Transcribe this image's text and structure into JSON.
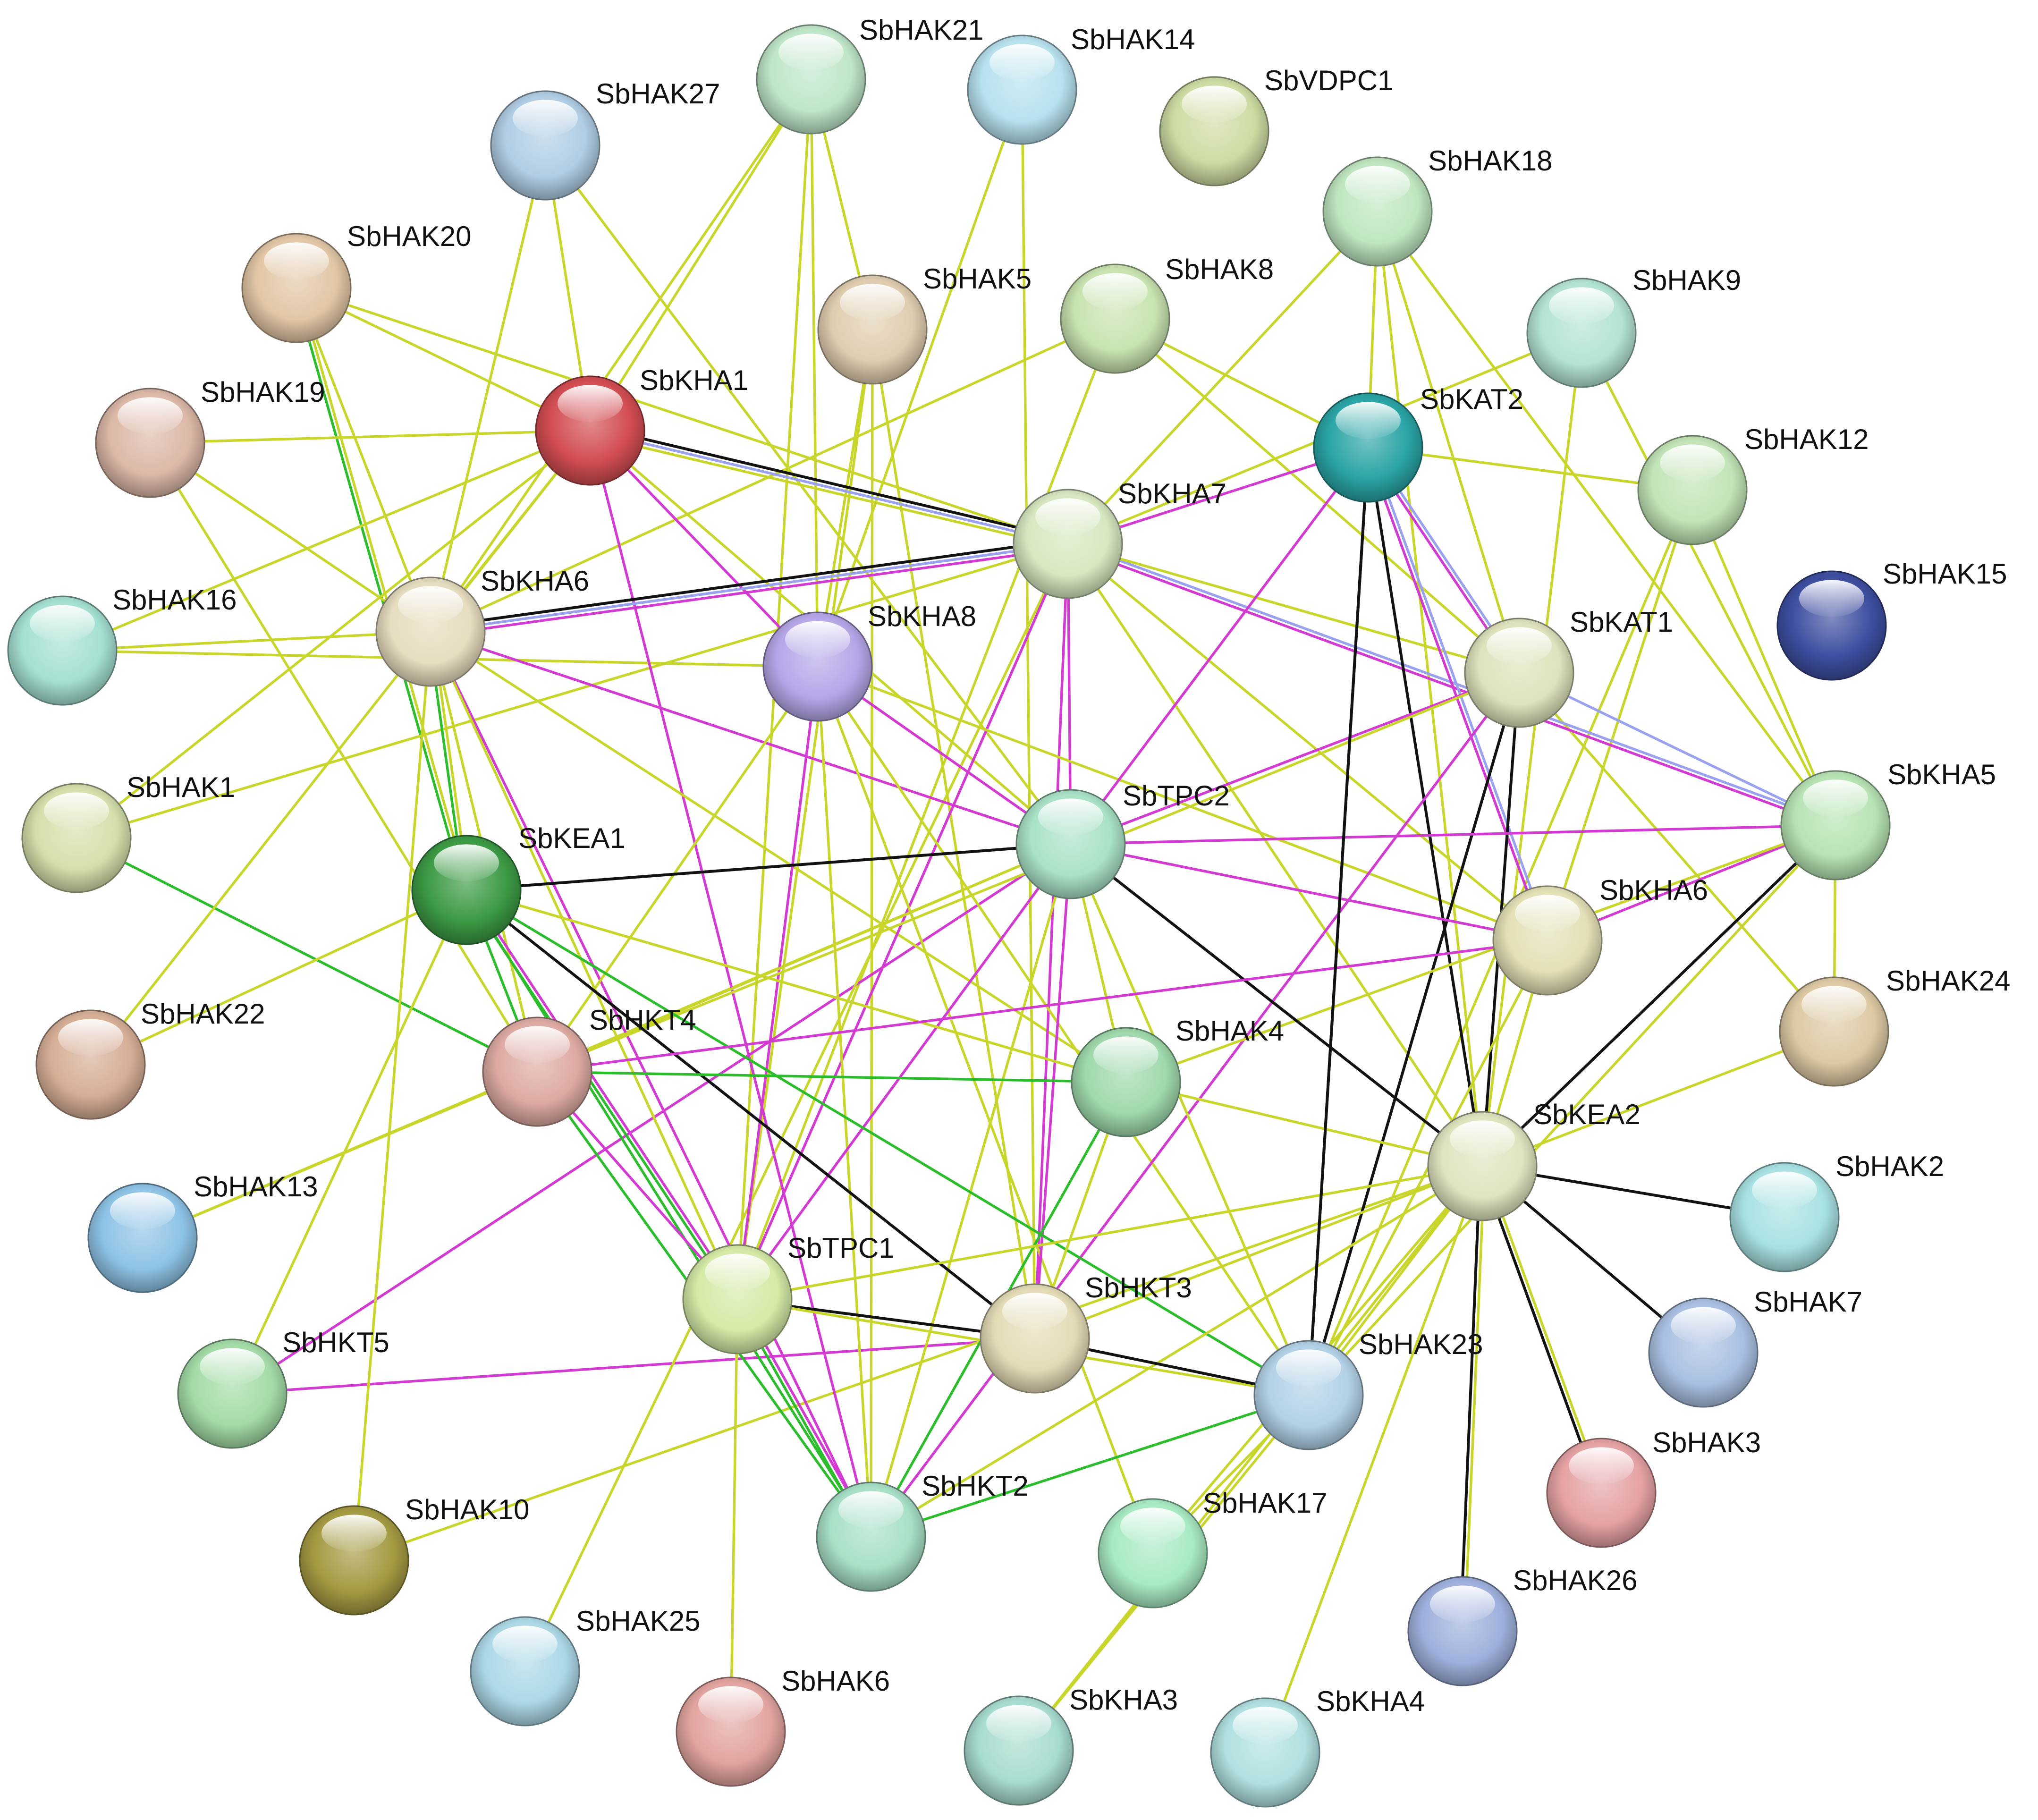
{
  "edge_colors": {
    "textmining": "#c8d62b",
    "coexpression": "#121212",
    "experiments": "#d23ad2",
    "neighborhood": "#2bbd2b",
    "homology": "#9aa2ef"
  },
  "nodes": [
    {
      "id": "SbHAK21",
      "label": "SbHAK21",
      "color": "#bfe6c8"
    },
    {
      "id": "SbHAK14",
      "label": "SbHAK14",
      "color": "#b7e1ee"
    },
    {
      "id": "SbVDPC1",
      "label": "SbVDPC1",
      "color": "#cddca3"
    },
    {
      "id": "SbHAK27",
      "label": "SbHAK27",
      "color": "#b0cde4"
    },
    {
      "id": "SbHAK18",
      "label": "SbHAK18",
      "color": "#bfe6c0"
    },
    {
      "id": "SbHAK20",
      "label": "SbHAK20",
      "color": "#e2c6a6"
    },
    {
      "id": "SbHAK5",
      "label": "SbHAK5",
      "color": "#e0cdb0"
    },
    {
      "id": "SbHAK8",
      "label": "SbHAK8",
      "color": "#c8e3b0"
    },
    {
      "id": "SbHAK9",
      "label": "SbHAK9",
      "color": "#b3e3d3"
    },
    {
      "id": "SbHAK19",
      "label": "SbHAK19",
      "color": "#dcb8a8"
    },
    {
      "id": "SbKHA1",
      "label": "SbKHA1",
      "color": "#d24d52"
    },
    {
      "id": "SbKAT2",
      "label": "SbKAT2",
      "color": "#2aa4a5"
    },
    {
      "id": "SbHAK12",
      "label": "SbHAK12",
      "color": "#c2e4b6"
    },
    {
      "id": "SbKHA7",
      "label": "SbKHA7",
      "color": "#d6e8c0"
    },
    {
      "id": "SbHAK16",
      "label": "SbHAK16",
      "color": "#a4e0d2"
    },
    {
      "id": "SbKHA6",
      "label": "SbKHA6",
      "color": "#e6dcbf"
    },
    {
      "id": "SbKHA8",
      "label": "SbKHA8",
      "color": "#b6a6e8"
    },
    {
      "id": "SbHAK15",
      "label": "SbHAK15",
      "color": "#3e4ea0"
    },
    {
      "id": "SbKAT1",
      "label": "SbKAT1",
      "color": "#dfe2bb"
    },
    {
      "id": "SbHAK1",
      "label": "SbHAK1",
      "color": "#d4e0ab"
    },
    {
      "id": "SbTPC2",
      "label": "SbTPC2",
      "color": "#a9e2c6"
    },
    {
      "id": "SbKHA5",
      "label": "SbKHA5",
      "color": "#b7e3b4"
    },
    {
      "id": "SbKEA1",
      "label": "SbKEA1",
      "color": "#3c9a44"
    },
    {
      "id": "SbKHA6b",
      "label": "SbKHA6",
      "color": "#e3e0b6"
    },
    {
      "id": "SbHAK24",
      "label": "SbHAK24",
      "color": "#ddc9a4"
    },
    {
      "id": "SbHAK22",
      "label": "SbHAK22",
      "color": "#d6ae96"
    },
    {
      "id": "SbHKT4",
      "label": "SbHKT4",
      "color": "#deaaa3"
    },
    {
      "id": "SbHAK4",
      "label": "SbHAK4",
      "color": "#9fd9ac"
    },
    {
      "id": "SbKEA2",
      "label": "SbKEA2",
      "color": "#dfe4bf"
    },
    {
      "id": "SbHAK2",
      "label": "SbHAK2",
      "color": "#a8e1e2"
    },
    {
      "id": "SbHAK13",
      "label": "SbHAK13",
      "color": "#8ec3e6"
    },
    {
      "id": "SbTPC1",
      "label": "SbTPC1",
      "color": "#d4eaa6"
    },
    {
      "id": "SbHKT3",
      "label": "SbHKT3",
      "color": "#e4dbb6"
    },
    {
      "id": "SbHAK7",
      "label": "SbHAK7",
      "color": "#aac0e2"
    },
    {
      "id": "SbHKT5",
      "label": "SbHKT5",
      "color": "#a3dba7"
    },
    {
      "id": "SbHAK23",
      "label": "SbHAK23",
      "color": "#b2d1e6"
    },
    {
      "id": "SbHAK3",
      "label": "SbHAK3",
      "color": "#e5a2a4"
    },
    {
      "id": "SbHKT2",
      "label": "SbHKT2",
      "color": "#a8e0c6"
    },
    {
      "id": "SbHAK17",
      "label": "SbHAK17",
      "color": "#a8eac2"
    },
    {
      "id": "SbHAK10",
      "label": "SbHAK10",
      "color": "#a49a42"
    },
    {
      "id": "SbHAK26",
      "label": "SbHAK26",
      "color": "#9eb0dc"
    },
    {
      "id": "SbHAK25",
      "label": "SbHAK25",
      "color": "#acd8e6"
    },
    {
      "id": "SbHAK6",
      "label": "SbHAK6",
      "color": "#e2a4a0"
    },
    {
      "id": "SbKHA3",
      "label": "SbKHA3",
      "color": "#a8dcd0"
    },
    {
      "id": "SbKHA4",
      "label": "SbKHA4",
      "color": "#b0e0e0"
    }
  ],
  "edges": [
    [
      "SbHAK21",
      "SbKHA6",
      [
        "textmining"
      ]
    ],
    [
      "SbHAK21",
      "SbKHA8",
      [
        "textmining"
      ]
    ],
    [
      "SbHAK21",
      "SbHAK5",
      [
        "textmining"
      ]
    ],
    [
      "SbHAK21",
      "SbKHA1",
      [
        "textmining"
      ]
    ],
    [
      "SbHAK21",
      "SbTPC1",
      [
        "textmining"
      ]
    ],
    [
      "SbHAK14",
      "SbKHA8",
      [
        "textmining"
      ]
    ],
    [
      "SbHAK14",
      "SbHKT3",
      [
        "textmining"
      ]
    ],
    [
      "SbHAK27",
      "SbKHA1",
      [
        "textmining"
      ]
    ],
    [
      "SbHAK27",
      "SbKHA6",
      [
        "textmining"
      ]
    ],
    [
      "SbHAK27",
      "SbTPC2",
      [
        "textmining"
      ]
    ],
    [
      "SbHAK20",
      "SbKHA1",
      [
        "textmining"
      ]
    ],
    [
      "SbHAK20",
      "SbKHA6",
      [
        "textmining"
      ]
    ],
    [
      "SbHAK20",
      "SbKEA1",
      [
        "textmining",
        "neighborhood"
      ]
    ],
    [
      "SbHAK20",
      "SbKHA7",
      [
        "textmining"
      ]
    ],
    [
      "SbHAK5",
      "SbKHA8",
      [
        "textmining"
      ]
    ],
    [
      "SbHAK5",
      "SbHKT2",
      [
        "textmining"
      ]
    ],
    [
      "SbHAK5",
      "SbTPC1",
      [
        "textmining"
      ]
    ],
    [
      "SbHAK5",
      "SbHKT3",
      [
        "textmining"
      ]
    ],
    [
      "SbHAK8",
      "SbKHA6",
      [
        "textmining"
      ]
    ],
    [
      "SbHAK8",
      "SbKAT2",
      [
        "textmining"
      ]
    ],
    [
      "SbHAK8",
      "SbKAT1",
      [
        "textmining"
      ]
    ],
    [
      "SbHAK8",
      "SbTPC1",
      [
        "textmining"
      ]
    ],
    [
      "SbHAK18",
      "SbKHA7",
      [
        "textmining"
      ]
    ],
    [
      "SbHAK18",
      "SbKAT1",
      [
        "textmining"
      ]
    ],
    [
      "SbHAK18",
      "SbKHA5",
      [
        "textmining"
      ]
    ],
    [
      "SbHAK18",
      "SbKEA2",
      [
        "textmining"
      ]
    ],
    [
      "SbHAK18",
      "SbKAT2",
      [
        "textmining"
      ]
    ],
    [
      "SbHAK9",
      "SbKHA7",
      [
        "textmining"
      ]
    ],
    [
      "SbHAK9",
      "SbKHA5",
      [
        "textmining"
      ]
    ],
    [
      "SbHAK9",
      "SbKEA2",
      [
        "textmining"
      ]
    ],
    [
      "SbHAK12",
      "SbKAT2",
      [
        "textmining"
      ]
    ],
    [
      "SbHAK12",
      "SbKHA5",
      [
        "textmining"
      ]
    ],
    [
      "SbHAK12",
      "SbKHA6b",
      [
        "textmining"
      ]
    ],
    [
      "SbHAK12",
      "SbHAK23",
      [
        "textmining"
      ]
    ],
    [
      "SbHAK19",
      "SbKHA6",
      [
        "textmining"
      ]
    ],
    [
      "SbHAK19",
      "SbKHA1",
      [
        "textmining"
      ]
    ],
    [
      "SbHAK19",
      "SbHKT4",
      [
        "textmining"
      ]
    ],
    [
      "SbHAK16",
      "SbKHA6",
      [
        "textmining"
      ]
    ],
    [
      "SbHAK16",
      "SbKHA1",
      [
        "textmining"
      ]
    ],
    [
      "SbHAK16",
      "SbKHA8",
      [
        "textmining"
      ]
    ],
    [
      "SbHAK1",
      "SbKHA1",
      [
        "textmining"
      ]
    ],
    [
      "SbHAK1",
      "SbHKT4",
      [
        "neighborhood"
      ]
    ],
    [
      "SbHAK1",
      "SbKHA7",
      [
        "textmining"
      ]
    ],
    [
      "SbHAK22",
      "SbKEA1",
      [
        "textmining"
      ]
    ],
    [
      "SbHAK22",
      "SbKHA1",
      [
        "textmining"
      ]
    ],
    [
      "SbHAK13",
      "SbHKT4",
      [
        "textmining"
      ]
    ],
    [
      "SbHAK13",
      "SbTPC2",
      [
        "textmining"
      ]
    ],
    [
      "SbHKT5",
      "SbTPC2",
      [
        "experiments"
      ]
    ],
    [
      "SbHKT5",
      "SbKEA1",
      [
        "textmining"
      ]
    ],
    [
      "SbHKT5",
      "SbHKT3",
      [
        "experiments"
      ]
    ],
    [
      "SbHAK10",
      "SbKHA6",
      [
        "textmining"
      ]
    ],
    [
      "SbHAK10",
      "SbKEA2",
      [
        "textmining"
      ]
    ],
    [
      "SbHAK25",
      "SbKHA7",
      [
        "textmining"
      ]
    ],
    [
      "SbHAK6",
      "SbTPC1",
      [
        "textmining"
      ]
    ],
    [
      "SbKHA3",
      "SbKEA2",
      [
        "textmining"
      ]
    ],
    [
      "SbKHA3",
      "SbHAK23",
      [
        "textmining"
      ]
    ],
    [
      "SbKHA4",
      "SbKEA2",
      [
        "textmining"
      ]
    ],
    [
      "SbHAK26",
      "SbKEA2",
      [
        "coexpression",
        "textmining"
      ]
    ],
    [
      "SbHAK3",
      "SbKEA2",
      [
        "coexpression",
        "textmining"
      ]
    ],
    [
      "SbHAK7",
      "SbKEA2",
      [
        "coexpression"
      ]
    ],
    [
      "SbHAK2",
      "SbKEA2",
      [
        "coexpression"
      ]
    ],
    [
      "SbHAK24",
      "SbKAT1",
      [
        "textmining"
      ]
    ],
    [
      "SbHAK24",
      "SbKHA5",
      [
        "textmining"
      ]
    ],
    [
      "SbHAK24",
      "SbKEA2",
      [
        "textmining"
      ]
    ],
    [
      "SbKHA1",
      "SbKHA7",
      [
        "coexpression",
        "homology",
        "textmining"
      ]
    ],
    [
      "SbKHA1",
      "SbKHA8",
      [
        "experiments"
      ]
    ],
    [
      "SbKHA1",
      "SbKHA6",
      [
        "textmining"
      ]
    ],
    [
      "SbKHA1",
      "SbTPC2",
      [
        "textmining"
      ]
    ],
    [
      "SbKHA1",
      "SbHKT2",
      [
        "experiments"
      ]
    ],
    [
      "SbKHA6",
      "SbKHA7",
      [
        "coexpression",
        "homology",
        "experiments"
      ]
    ],
    [
      "SbKHA6",
      "SbKEA1",
      [
        "textmining",
        "neighborhood"
      ]
    ],
    [
      "SbKHA6",
      "SbHKT2",
      [
        "experiments"
      ]
    ],
    [
      "SbKHA6",
      "SbTPC2",
      [
        "experiments"
      ]
    ],
    [
      "SbKHA6",
      "SbHKT4",
      [
        "textmining"
      ]
    ],
    [
      "SbKHA6",
      "SbTPC1",
      [
        "textmining"
      ]
    ],
    [
      "SbKHA6",
      "SbHAK4",
      [
        "textmining"
      ]
    ],
    [
      "SbKHA7",
      "SbKHA5",
      [
        "homology",
        "experiments"
      ]
    ],
    [
      "SbKHA7",
      "SbKAT1",
      [
        "textmining"
      ]
    ],
    [
      "SbKHA7",
      "SbTPC2",
      [
        "experiments"
      ]
    ],
    [
      "SbKHA7",
      "SbHKT3",
      [
        "experiments"
      ]
    ],
    [
      "SbKHA7",
      "SbTPC1",
      [
        "experiments"
      ]
    ],
    [
      "SbKHA7",
      "SbKEA2",
      [
        "textmining"
      ]
    ],
    [
      "SbKHA7",
      "SbKHA6b",
      [
        "textmining"
      ]
    ],
    [
      "SbKHA8",
      "SbTPC2",
      [
        "experiments"
      ]
    ],
    [
      "SbKHA8",
      "SbTPC1",
      [
        "experiments"
      ]
    ],
    [
      "SbKHA8",
      "SbHKT2",
      [
        "textmining"
      ]
    ],
    [
      "SbKHA8",
      "SbHKT4",
      [
        "textmining"
      ]
    ],
    [
      "SbKHA8",
      "SbKHA6b",
      [
        "textmining"
      ]
    ],
    [
      "SbKHA8",
      "SbHAK23",
      [
        "textmining"
      ]
    ],
    [
      "SbKHA8",
      "SbHAK17",
      [
        "textmining"
      ]
    ],
    [
      "SbKAT2",
      "SbKAT1",
      [
        "homology",
        "experiments"
      ]
    ],
    [
      "SbKAT2",
      "SbKHA6b",
      [
        "homology",
        "experiments"
      ]
    ],
    [
      "SbKAT2",
      "SbKEA2",
      [
        "coexpression"
      ]
    ],
    [
      "SbKAT2",
      "SbHAK23",
      [
        "coexpression"
      ]
    ],
    [
      "SbKAT2",
      "SbTPC2",
      [
        "experiments"
      ]
    ],
    [
      "SbKAT2",
      "SbKHA7",
      [
        "experiments"
      ]
    ],
    [
      "SbKAT1",
      "SbKHA5",
      [
        "homology"
      ]
    ],
    [
      "SbKAT1",
      "SbKEA2",
      [
        "coexpression"
      ]
    ],
    [
      "SbKAT1",
      "SbHAK23",
      [
        "coexpression"
      ]
    ],
    [
      "SbKAT1",
      "SbTPC2",
      [
        "experiments"
      ]
    ],
    [
      "SbKAT1",
      "SbHKT2",
      [
        "experiments"
      ]
    ],
    [
      "SbKAT1",
      "SbHKT4",
      [
        "textmining"
      ]
    ],
    [
      "SbKHA5",
      "SbKHA6b",
      [
        "experiments"
      ]
    ],
    [
      "SbKHA5",
      "SbKEA2",
      [
        "coexpression"
      ]
    ],
    [
      "SbKHA5",
      "SbTPC2",
      [
        "experiments"
      ]
    ],
    [
      "SbKHA5",
      "SbHAK23",
      [
        "textmining"
      ]
    ],
    [
      "SbKHA5",
      "SbHAK4",
      [
        "textmining"
      ]
    ],
    [
      "SbTPC2",
      "SbKEA1",
      [
        "coexpression"
      ]
    ],
    [
      "SbTPC2",
      "SbKEA2",
      [
        "coexpression"
      ]
    ],
    [
      "SbTPC2",
      "SbTPC1",
      [
        "experiments"
      ]
    ],
    [
      "SbTPC2",
      "SbHKT3",
      [
        "experiments"
      ]
    ],
    [
      "SbTPC2",
      "SbHKT2",
      [
        "textmining"
      ]
    ],
    [
      "SbTPC2",
      "SbHKT4",
      [
        "textmining"
      ]
    ],
    [
      "SbTPC2",
      "SbHAK4",
      [
        "textmining"
      ]
    ],
    [
      "SbTPC2",
      "SbKHA6b",
      [
        "experiments"
      ]
    ],
    [
      "SbTPC2",
      "SbHAK23",
      [
        "textmining"
      ]
    ],
    [
      "SbKEA1",
      "SbHKT4",
      [
        "neighborhood"
      ]
    ],
    [
      "SbKEA1",
      "SbTPC1",
      [
        "experiments",
        "neighborhood"
      ]
    ],
    [
      "SbKEA1",
      "SbHKT3",
      [
        "coexpression"
      ]
    ],
    [
      "SbKEA1",
      "SbHKT2",
      [
        "neighborhood"
      ]
    ],
    [
      "SbKEA1",
      "SbHAK23",
      [
        "neighborhood"
      ]
    ],
    [
      "SbKEA1",
      "SbHAK4",
      [
        "textmining"
      ]
    ],
    [
      "SbKHA6b",
      "SbKEA2",
      [
        "textmining"
      ]
    ],
    [
      "SbKHA6b",
      "SbHAK23",
      [
        "textmining"
      ]
    ],
    [
      "SbKHA6b",
      "SbHKT4",
      [
        "experiments"
      ]
    ],
    [
      "SbHKT4",
      "SbTPC1",
      [
        "experiments"
      ]
    ],
    [
      "SbHKT4",
      "SbHAK4",
      [
        "neighborhood"
      ]
    ],
    [
      "SbHKT4",
      "SbHKT2",
      [
        "neighborhood"
      ]
    ],
    [
      "SbHAK4",
      "SbKEA2",
      [
        "textmining"
      ]
    ],
    [
      "SbHAK4",
      "SbHKT2",
      [
        "neighborhood"
      ]
    ],
    [
      "SbHAK4",
      "SbHKT3",
      [
        "textmining"
      ]
    ],
    [
      "SbKEA2",
      "SbHAK23",
      [
        "textmining"
      ]
    ],
    [
      "SbKEA2",
      "SbHKT3",
      [
        "textmining"
      ]
    ],
    [
      "SbKEA2",
      "SbHKT2",
      [
        "textmining"
      ]
    ],
    [
      "SbKEA2",
      "SbHAK17",
      [
        "textmining"
      ]
    ],
    [
      "SbKEA2",
      "SbTPC1",
      [
        "textmining"
      ]
    ],
    [
      "SbTPC1",
      "SbHKT3",
      [
        "coexpression"
      ]
    ],
    [
      "SbTPC1",
      "SbHKT2",
      [
        "experiments",
        "neighborhood"
      ]
    ],
    [
      "SbTPC1",
      "SbHAK23",
      [
        "textmining"
      ]
    ],
    [
      "SbHKT3",
      "SbHAK23",
      [
        "coexpression"
      ]
    ],
    [
      "SbHKT2",
      "SbHAK23",
      [
        "neighborhood"
      ]
    ],
    [
      "SbHAK17",
      "SbHAK23",
      [
        "textmining"
      ]
    ],
    [
      "SbHAK23",
      "SbKAT2",
      [
        "coexpression"
      ]
    ]
  ]
}
